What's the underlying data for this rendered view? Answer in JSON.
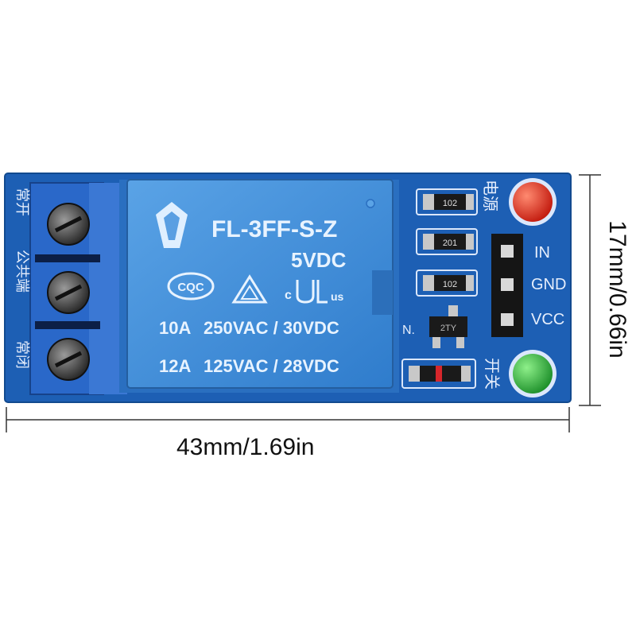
{
  "dimensions": {
    "width_label": "43mm/1.69in",
    "height_label": "17mm/0.66in"
  },
  "relay": {
    "model": "FL-3FF-S-Z",
    "coil_voltage": "5VDC",
    "rating_1_current": "10A",
    "rating_1_voltage": "250VAC / 30VDC",
    "rating_2_current": "12A",
    "rating_2_voltage": "125VAC / 28VDC",
    "cqc_mark": "CQC",
    "ul_c": "c",
    "ul_us": "us"
  },
  "terminal_labels": {
    "nc": "常开",
    "com": "公共端",
    "no": "常闭"
  },
  "pins": {
    "in": "IN",
    "gnd": "GND",
    "vcc": "VCC"
  },
  "board_labels": {
    "power": "电源",
    "switch": "开关",
    "n_mark": "N.",
    "resistor_1": "102",
    "resistor_2": "201",
    "resistor_3": "102",
    "transistor": "2TY"
  },
  "colors": {
    "pcb": "#1d5fb4",
    "relay_body": "#3f8fd8",
    "terminal_block": "#2f6fd0",
    "led_power": "#e22a1a",
    "led_switch": "#27b33a"
  }
}
